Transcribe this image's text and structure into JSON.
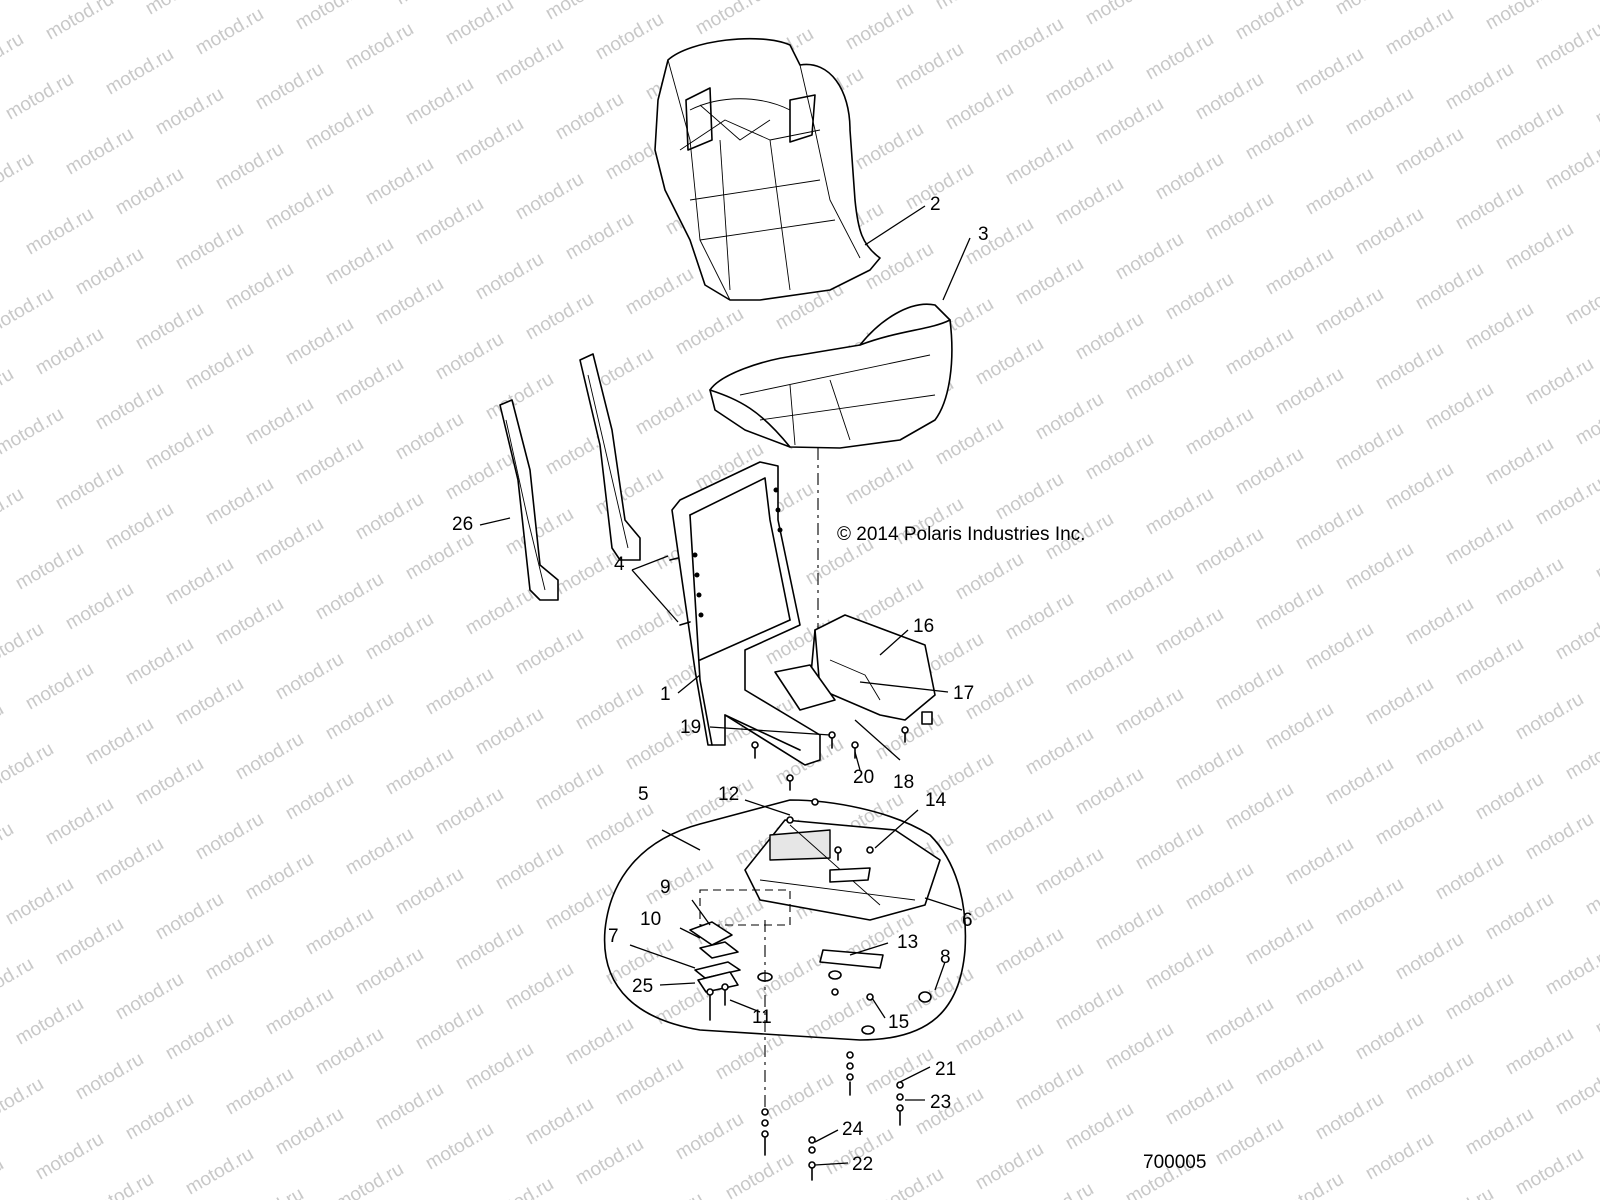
{
  "watermark": {
    "text": "motod.ru",
    "color": "#c8c8c8"
  },
  "copyright": "© 2014 Polaris Industries Inc.",
  "drawing_number": "700005",
  "callouts": [
    {
      "id": "c1",
      "label": "1"
    },
    {
      "id": "c2",
      "label": "2"
    },
    {
      "id": "c3",
      "label": "3"
    },
    {
      "id": "c4",
      "label": "4"
    },
    {
      "id": "c5",
      "label": "5"
    },
    {
      "id": "c6",
      "label": "6"
    },
    {
      "id": "c7",
      "label": "7"
    },
    {
      "id": "c8",
      "label": "8"
    },
    {
      "id": "c9",
      "label": "9"
    },
    {
      "id": "c10",
      "label": "10"
    },
    {
      "id": "c11",
      "label": "11"
    },
    {
      "id": "c12",
      "label": "12"
    },
    {
      "id": "c13",
      "label": "13"
    },
    {
      "id": "c14",
      "label": "14"
    },
    {
      "id": "c15",
      "label": "15"
    },
    {
      "id": "c16",
      "label": "16"
    },
    {
      "id": "c17",
      "label": "17"
    },
    {
      "id": "c18",
      "label": "18"
    },
    {
      "id": "c19",
      "label": "19"
    },
    {
      "id": "c20",
      "label": "20"
    },
    {
      "id": "c21",
      "label": "21"
    },
    {
      "id": "c22",
      "label": "22"
    },
    {
      "id": "c23",
      "label": "23"
    },
    {
      "id": "c24",
      "label": "24"
    },
    {
      "id": "c25",
      "label": "25"
    },
    {
      "id": "c26",
      "label": "26"
    }
  ]
}
